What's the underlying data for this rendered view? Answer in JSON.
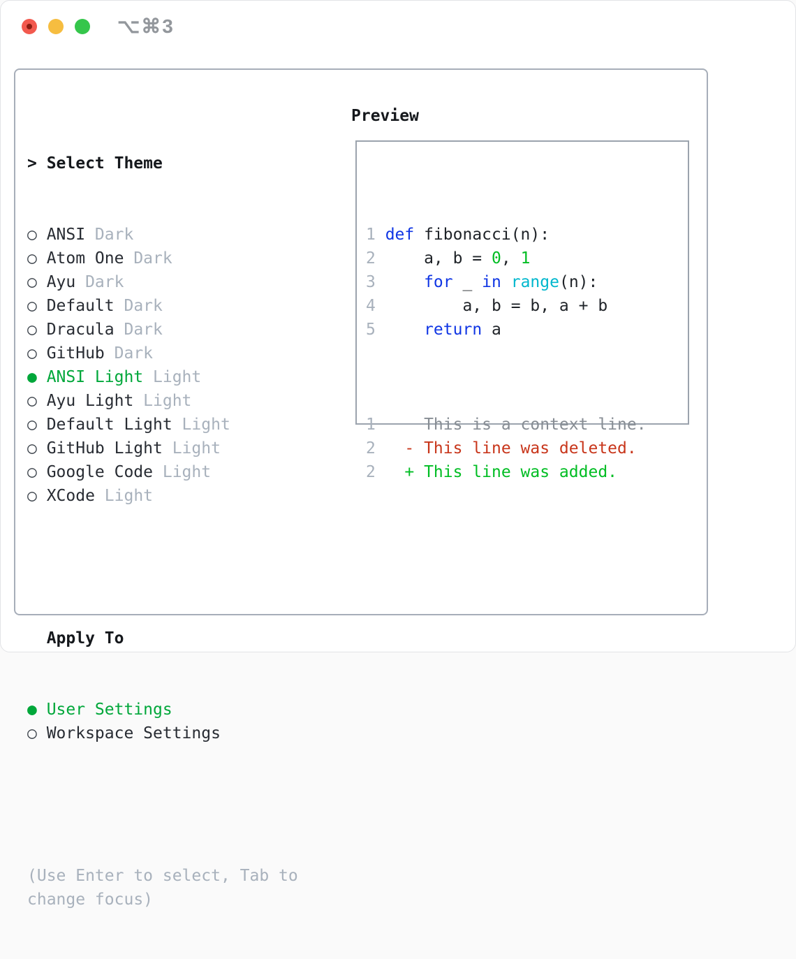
{
  "window": {
    "title": "⌥⌘3",
    "traffic_lights": [
      {
        "name": "close",
        "color": "#f2594e",
        "modified_dot": true
      },
      {
        "name": "minimize",
        "color": "#f6bd40",
        "modified_dot": false
      },
      {
        "name": "zoom",
        "color": "#35c64b",
        "modified_dot": false
      }
    ]
  },
  "theme_panel": {
    "header": {
      "pointer": ">",
      "label": "Select Theme"
    },
    "themes": [
      {
        "marker": "○",
        "name": "ANSI",
        "variant": "Dark",
        "selected": false
      },
      {
        "marker": "○",
        "name": "Atom One",
        "variant": "Dark",
        "selected": false
      },
      {
        "marker": "○",
        "name": "Ayu",
        "variant": "Dark",
        "selected": false
      },
      {
        "marker": "○",
        "name": "Default",
        "variant": "Dark",
        "selected": false
      },
      {
        "marker": "○",
        "name": "Dracula",
        "variant": "Dark",
        "selected": false
      },
      {
        "marker": "○",
        "name": "GitHub",
        "variant": "Dark",
        "selected": false
      },
      {
        "marker": "●",
        "name": "ANSI Light",
        "variant": "Light",
        "selected": true
      },
      {
        "marker": "○",
        "name": "Ayu Light",
        "variant": "Light",
        "selected": false
      },
      {
        "marker": "○",
        "name": "Default Light",
        "variant": "Light",
        "selected": false
      },
      {
        "marker": "○",
        "name": "GitHub Light",
        "variant": "Light",
        "selected": false
      },
      {
        "marker": "○",
        "name": "Google Code",
        "variant": "Light",
        "selected": false
      },
      {
        "marker": "○",
        "name": "XCode",
        "variant": "Light",
        "selected": false
      }
    ],
    "apply_to": {
      "label": "Apply To",
      "options": [
        {
          "marker": "●",
          "name": "User Settings",
          "selected": true
        },
        {
          "marker": "○",
          "name": "Workspace Settings",
          "selected": false
        }
      ]
    },
    "help_text": "(Use Enter to select, Tab to\nchange focus)"
  },
  "preview": {
    "title": "Preview",
    "code_lines": [
      {
        "num": "1",
        "tokens": [
          {
            "t": "def",
            "c": "kw"
          },
          {
            "t": " fibonacci(n):",
            "c": "pl"
          }
        ]
      },
      {
        "num": "2",
        "tokens": [
          {
            "t": "    a, b = ",
            "c": "pl"
          },
          {
            "t": "0",
            "c": "num"
          },
          {
            "t": ", ",
            "c": "pl"
          },
          {
            "t": "1",
            "c": "num"
          }
        ]
      },
      {
        "num": "3",
        "tokens": [
          {
            "t": "    ",
            "c": "pl"
          },
          {
            "t": "for",
            "c": "kw"
          },
          {
            "t": " _ ",
            "c": "pl"
          },
          {
            "t": "in",
            "c": "kw"
          },
          {
            "t": " ",
            "c": "pl"
          },
          {
            "t": "range",
            "c": "fn"
          },
          {
            "t": "(n):",
            "c": "pl"
          }
        ]
      },
      {
        "num": "4",
        "tokens": [
          {
            "t": "        a, b = b, a + b",
            "c": "pl"
          }
        ]
      },
      {
        "num": "5",
        "tokens": [
          {
            "t": "    ",
            "c": "pl"
          },
          {
            "t": "return",
            "c": "kw"
          },
          {
            "t": " a",
            "c": "pl"
          }
        ]
      }
    ],
    "diff_lines": [
      {
        "num": "1",
        "text": "    This is a context line.",
        "kind": "ctx"
      },
      {
        "num": "2",
        "text": "  - This line was deleted.",
        "kind": "del"
      },
      {
        "num": "2",
        "text": "  + This line was added.",
        "kind": "add"
      }
    ]
  },
  "colors": {
    "accent_green": "#00a73a",
    "code_green": "#00bd23",
    "keyword_blue": "#1036e4",
    "builtin_cyan": "#00b7cd",
    "deleted_red": "#c8361b",
    "muted_gray": "#a8b1bc",
    "context_gray": "#878d94",
    "panel_border": "#a7aeb9"
  }
}
